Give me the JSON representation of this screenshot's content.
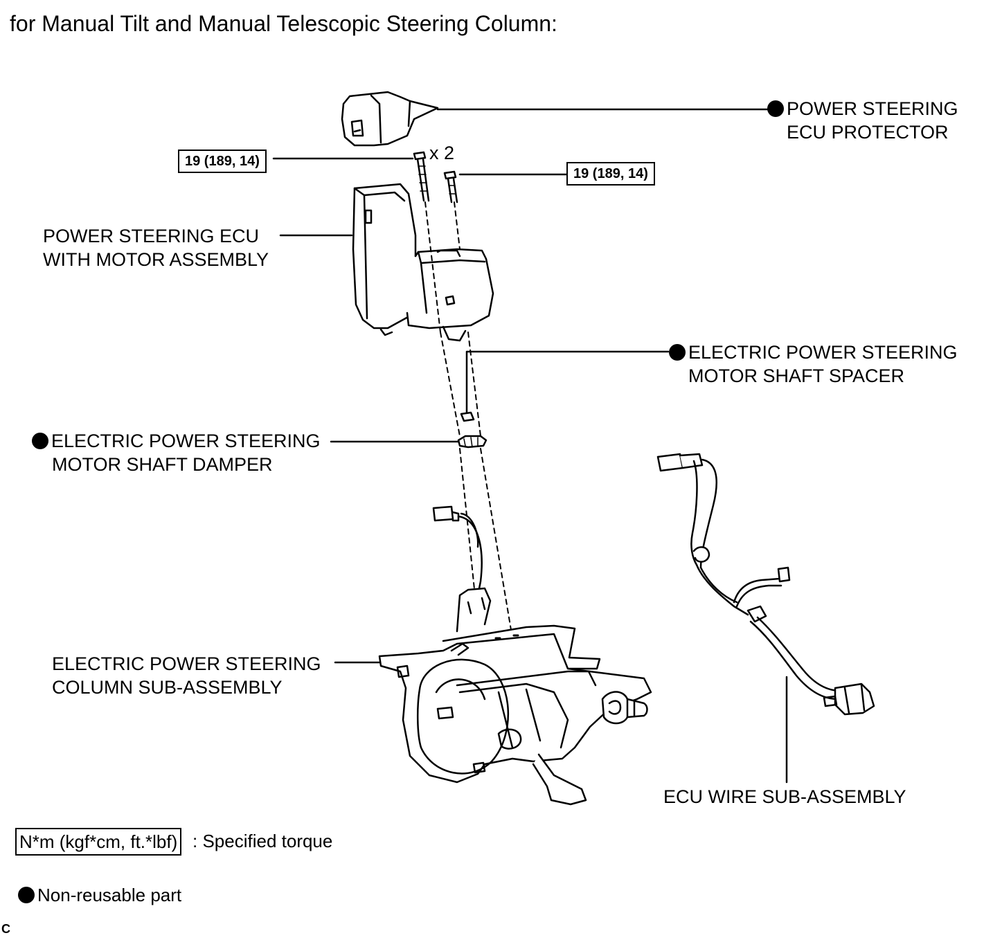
{
  "title": "for Manual Tilt and Manual Telescopic Steering Column:",
  "torque_labels": {
    "left": "19 (189, 14)",
    "right": "19 (189, 14)",
    "quantity": "x 2"
  },
  "parts": {
    "ecu_protector": [
      "POWER STEERING",
      "ECU PROTECTOR"
    ],
    "ecu_motor": [
      "POWER STEERING ECU",
      "WITH MOTOR ASSEMBLY"
    ],
    "shaft_spacer": [
      "ELECTRIC POWER STEERING",
      "MOTOR SHAFT SPACER"
    ],
    "shaft_damper": [
      "ELECTRIC POWER STEERING",
      "MOTOR SHAFT DAMPER"
    ],
    "column": [
      "ELECTRIC POWER STEERING",
      "COLUMN SUB-ASSEMBLY"
    ],
    "wire": "ECU WIRE SUB-ASSEMBLY"
  },
  "legend": {
    "torque_units": "N*m (kgf*cm, ft.*lbf)",
    "torque_desc": ": Specified torque",
    "nonreusable": "Non-reusable part"
  },
  "figure_code": "C"
}
